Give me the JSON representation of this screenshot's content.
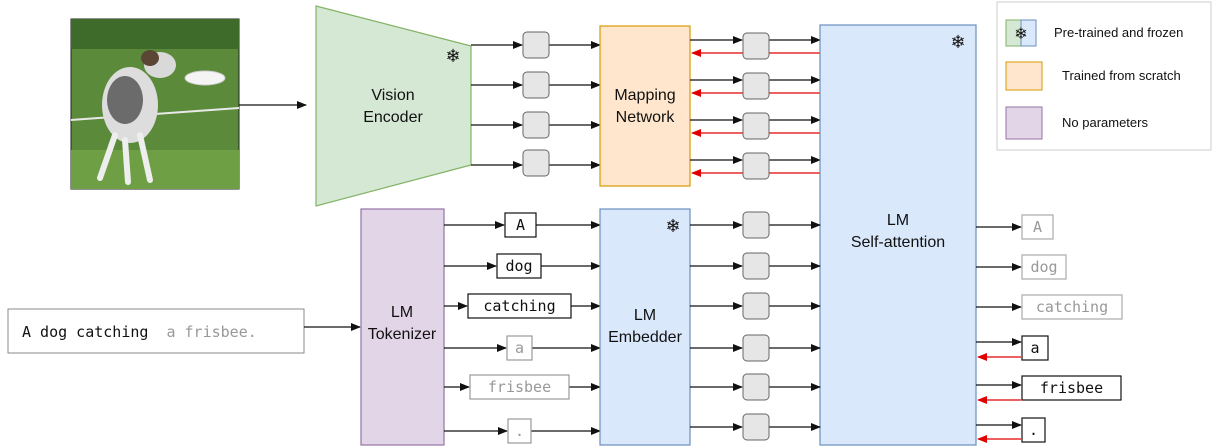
{
  "diagram": {
    "vision_encoder": {
      "line1": "Vision",
      "line2": "Encoder"
    },
    "mapping_network": {
      "line1": "Mapping",
      "line2": "Network"
    },
    "lm_self_attention": {
      "line1": "LM",
      "line2": "Self-attention"
    },
    "lm_tokenizer": {
      "line1": "LM",
      "line2": "Tokenizer"
    },
    "lm_embedder": {
      "line1": "LM",
      "line2": "Embedder"
    },
    "input_caption": {
      "known": "A dog catching",
      "unknown": "a frisbee."
    },
    "input_tokens": [
      "A",
      "dog",
      "catching",
      "a",
      "frisbee",
      "."
    ],
    "output_tokens": [
      "A",
      "dog",
      "catching",
      "a",
      "frisbee",
      "."
    ],
    "freeze_symbol": "❄"
  },
  "legend": {
    "items": [
      {
        "label": "Pre-trained and frozen",
        "color": "#dae8fc"
      },
      {
        "label": "Trained from scratch",
        "color": "#ffe6cc"
      },
      {
        "label": "No parameters",
        "color": "#e1d5e7"
      }
    ]
  },
  "colors": {
    "vision_encoder": "#d5e8d4",
    "mapping_network": "#ffe6cc",
    "lm_blocks": "#dae8fc",
    "tokenizer": "#e1d5e7",
    "embedding_box": "#e6e6e6",
    "gradient_arrow": "#e00000",
    "grey_text": "#999999"
  }
}
